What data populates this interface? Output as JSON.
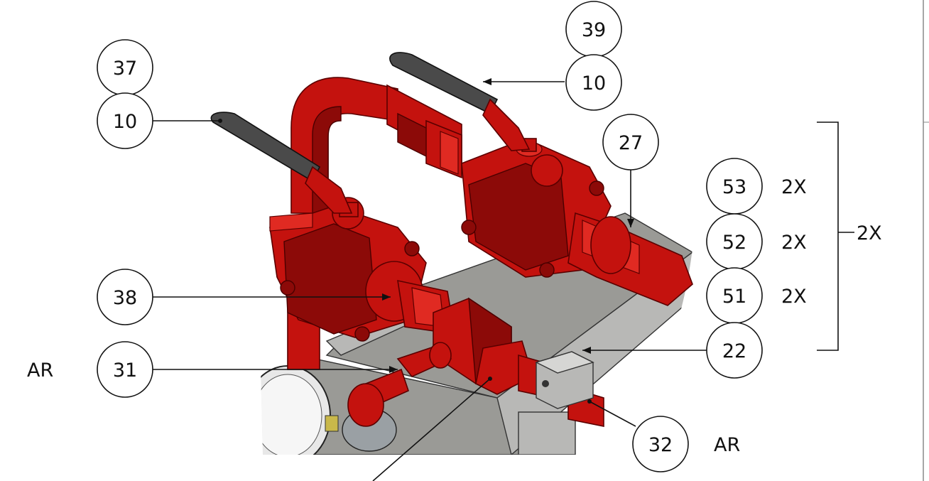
{
  "balloons": {
    "b39": "39",
    "b10_top": "10",
    "b37": "37",
    "b10_left": "10",
    "b27": "27",
    "b53": "53",
    "b52": "52",
    "b51": "51",
    "b38": "38",
    "b22": "22",
    "b31": "31",
    "b32": "32"
  },
  "quantities": {
    "q53": "2X",
    "q52": "2X",
    "q51": "2X",
    "group": "2X",
    "ar_31": "AR",
    "ar_32": "AR"
  },
  "colors": {
    "pipe_red": "#c4120e",
    "handle_grey": "#4a4a4a",
    "plate_grey": "#9a9a96"
  }
}
